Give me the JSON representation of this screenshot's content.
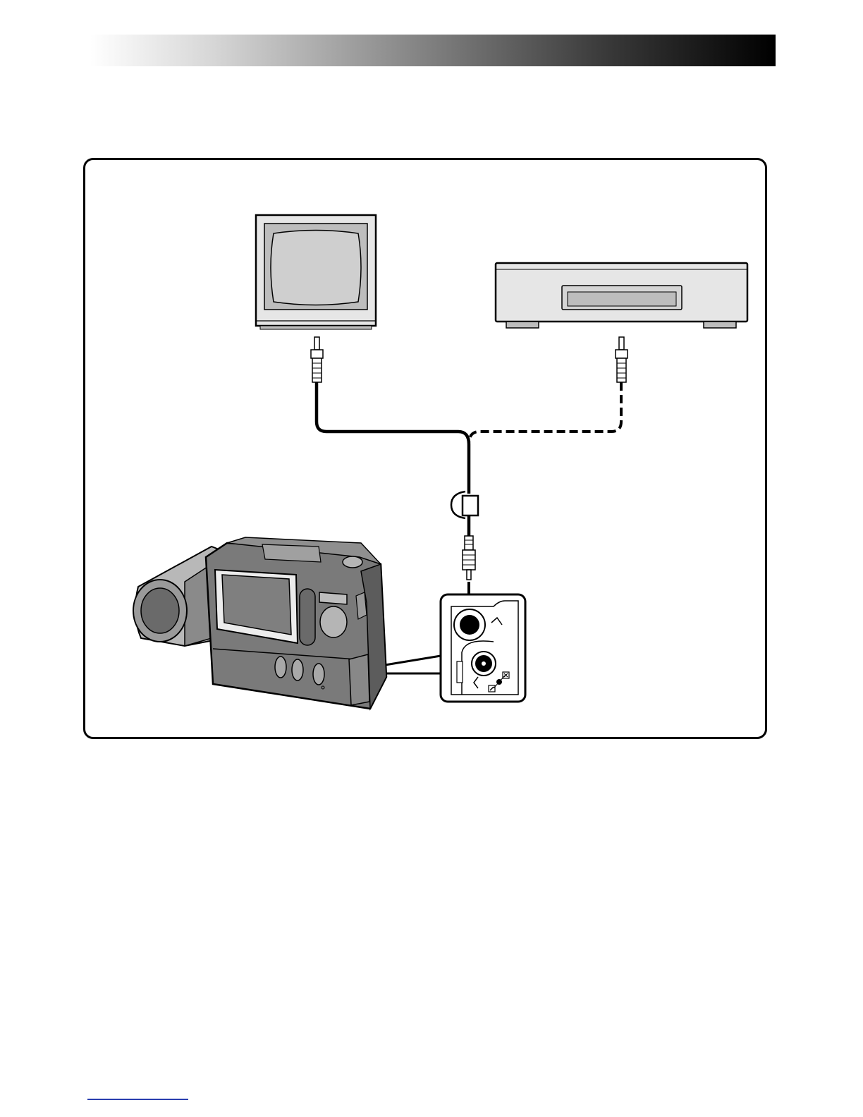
{
  "header": {
    "bar_colors": [
      "#ffffff",
      "#000000"
    ]
  },
  "diagram": {
    "devices": [
      {
        "name": "television"
      },
      {
        "name": "vcr"
      },
      {
        "name": "camcorder"
      }
    ],
    "cables": [
      {
        "from": "camcorder-av-jack",
        "to": "television",
        "style": "solid"
      },
      {
        "from": "camcorder-av-jack",
        "to": "vcr",
        "style": "dashed"
      }
    ],
    "colors": {
      "line": "#000000",
      "device_fill": "#e6e6e6",
      "body_dark": "#707070",
      "screen": "#cfcfcf"
    }
  }
}
